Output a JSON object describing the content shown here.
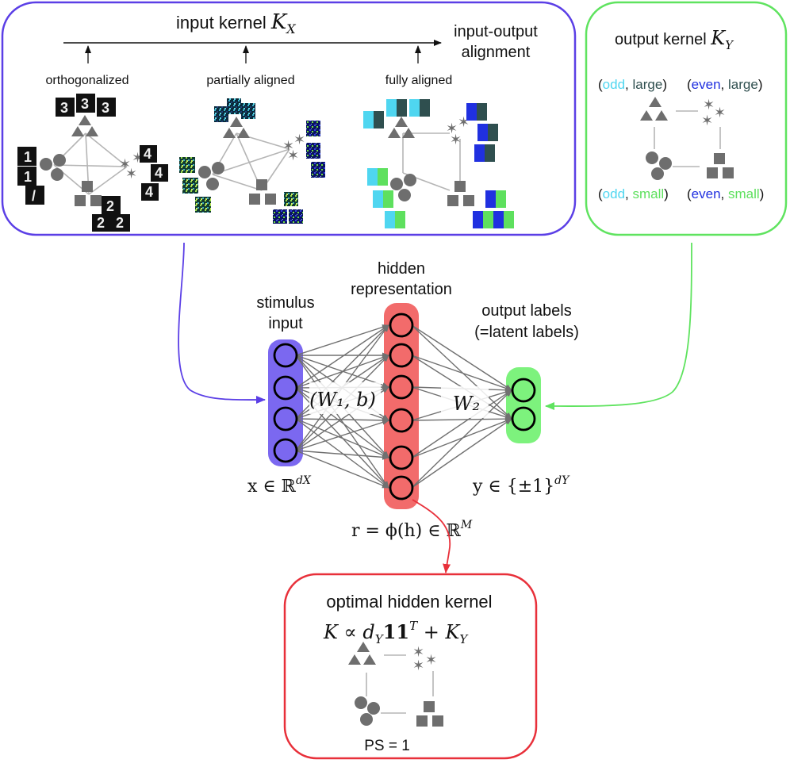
{
  "input_kernel": {
    "title": "input kernel ",
    "title_math": "K",
    "title_math_sub": "X",
    "axis_end_label_line1": "input-output",
    "axis_end_label_line2": "alignment",
    "stages": [
      "orthogonalized",
      "partially aligned",
      "fully aligned"
    ]
  },
  "output_kernel": {
    "title": "output kernel ",
    "title_math": "K",
    "title_math_sub": "Y",
    "top_left": {
      "parity": "odd",
      "size": "large"
    },
    "top_right": {
      "parity": "even",
      "size": "large"
    },
    "bottom_left": {
      "parity": "odd",
      "size": "small"
    },
    "bottom_right": {
      "parity": "even",
      "size": "small"
    }
  },
  "network": {
    "stimulus_label_line1": "stimulus",
    "stimulus_label_line2": "input",
    "hidden_label_line1": "hidden",
    "hidden_label_line2": "representation",
    "output_label_line1": "output labels",
    "output_label_line2": "(=latent labels)",
    "w1_label": "(W₁, b)",
    "w2_label": "W₂",
    "x_formula": "x ∈ ℝ",
    "x_formula_sup": "dX",
    "y_formula": "y ∈ {±1}",
    "y_formula_sup": "dY",
    "r_formula": "r = ϕ(h) ∈ ℝ",
    "r_formula_sup": "M"
  },
  "optimal_kernel": {
    "title": "optimal hidden kernel",
    "formula": "K ∝ d",
    "formula_sub": "Y",
    "formula_mid": "11",
    "formula_sup": "T",
    "formula_end": " + K",
    "formula_end_sub": "Y",
    "ps_label": "PS = 1"
  },
  "colors": {
    "input_box": "#5b3fe6",
    "output_box": "#5fe35f",
    "optimal_box": "#e8303a",
    "input_layer": "#7b68f0",
    "hidden_layer": "#f26b6b",
    "output_layer": "#7df27d",
    "odd": "#4fd6f0",
    "even": "#2030e0",
    "large": "#2f4f4f",
    "small": "#5ee05e",
    "shape": "#6e6e6e",
    "edge": "#b5b5b5",
    "arrow": "#707070"
  }
}
